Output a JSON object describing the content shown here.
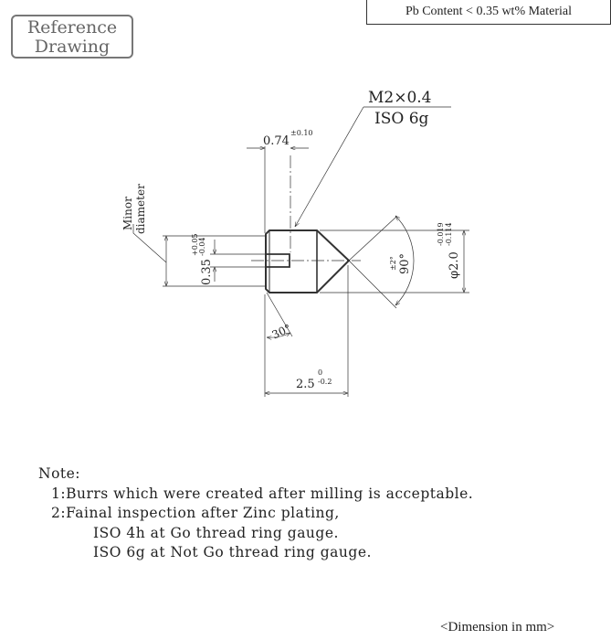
{
  "header": {
    "reference_label": [
      "Reference",
      "Drawing"
    ],
    "material_note": "Pb Content < 0.35 wt% Material"
  },
  "drawing": {
    "thread_spec": "M2×0.4",
    "thread_tolerance": "ISO 6g",
    "slot_width": {
      "value": "0.74",
      "tol": "±0.10"
    },
    "slot_depth": {
      "value": "0.35",
      "tol_upper": "+0.05",
      "tol_lower": "-0.04"
    },
    "diameter": {
      "value": "φ2.0",
      "tol_upper": "-0.019",
      "tol_lower": "-0.114"
    },
    "length": {
      "value": "2.5",
      "tol_upper": "0",
      "tol_lower": "-0.2"
    },
    "point_angle": {
      "value": "90°",
      "tol": "±2°"
    },
    "chamfer_angle": "30°",
    "minor_diameter_label": [
      "Minor",
      "diameter"
    ]
  },
  "notes": {
    "title": "Note:",
    "lines": [
      "1:Burrs which were created after milling is acceptable.",
      "2:Fainal inspection after Zinc plating,",
      "ISO 4h at Go thread ring gauge.",
      "ISO 6g at Not Go thread ring gauge."
    ]
  },
  "footer": "<Dimension in mm>"
}
